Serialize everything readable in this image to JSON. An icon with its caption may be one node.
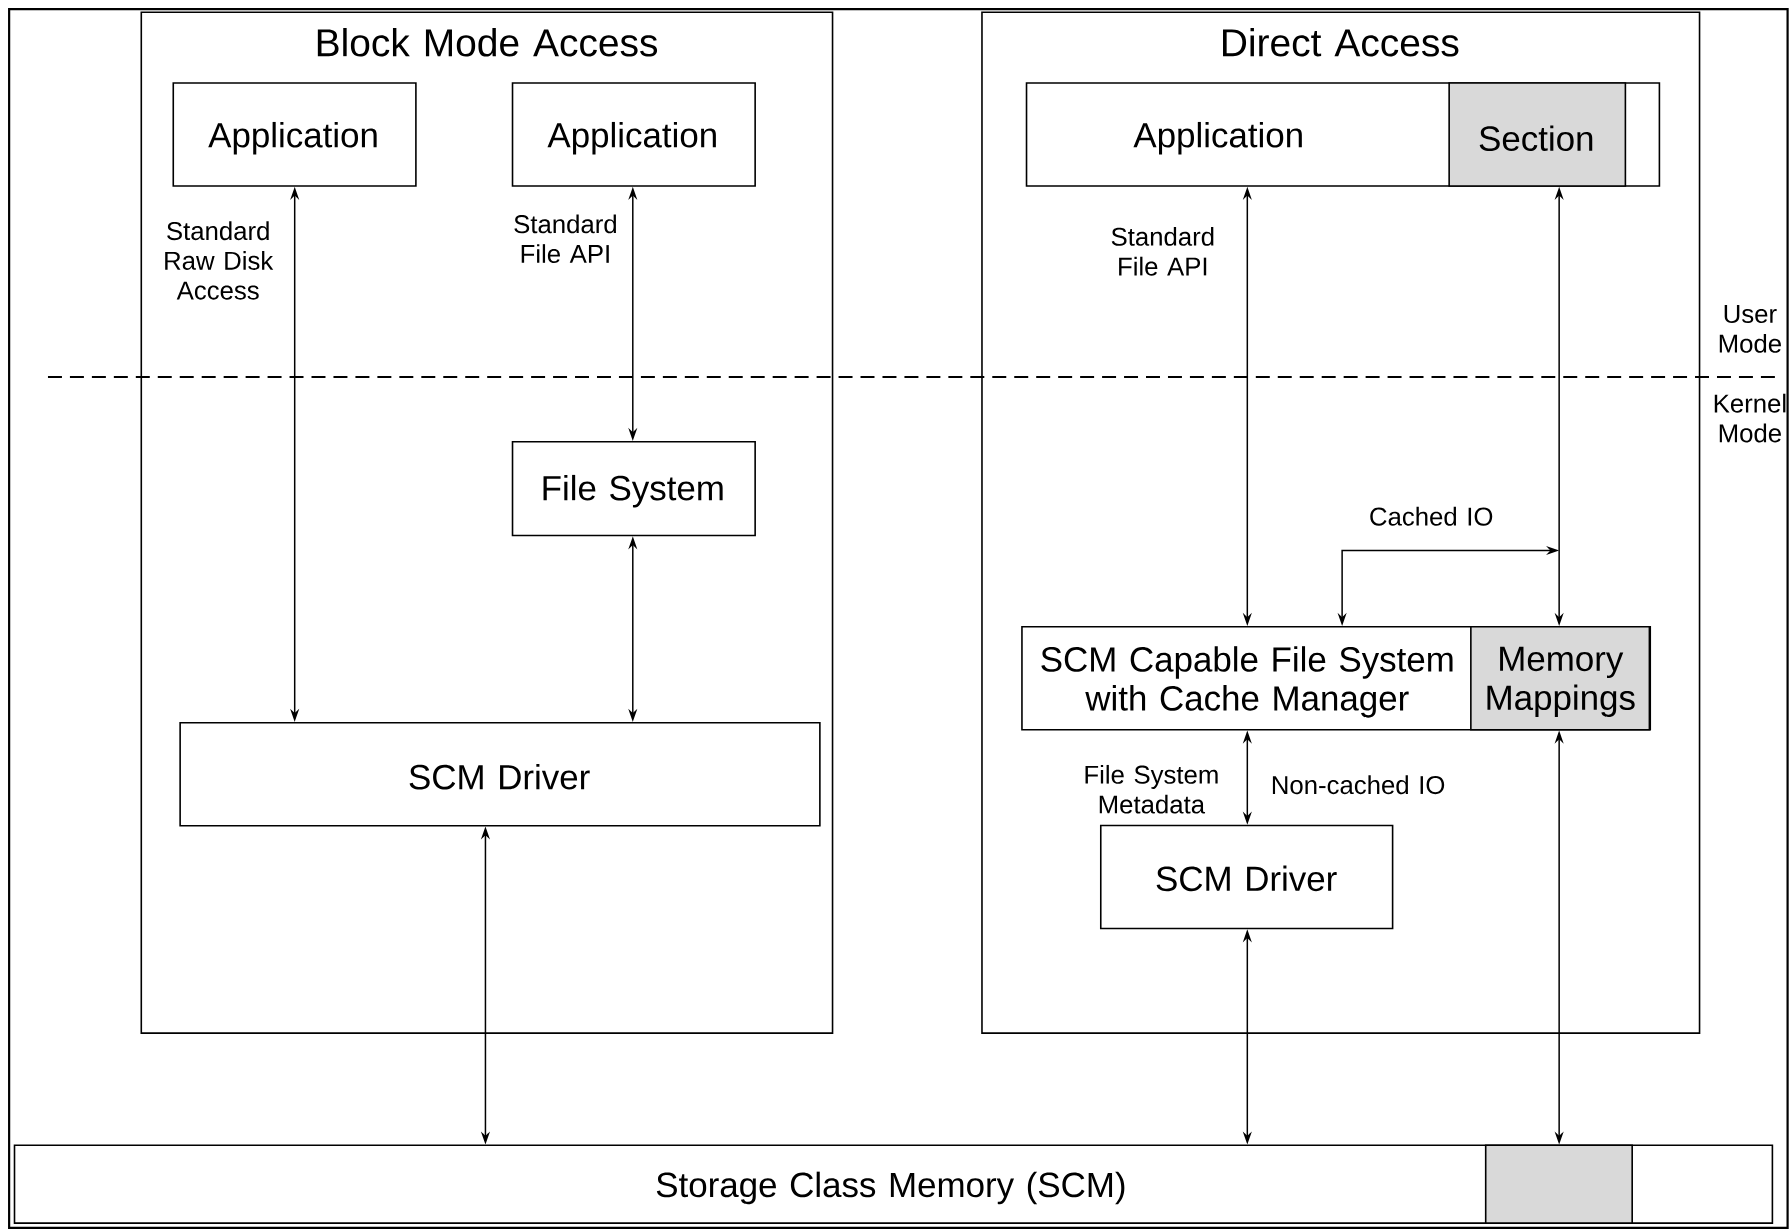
{
  "diagram": {
    "nodes": [
      {
        "text": [
          "Block Mode Access"
        ]
      },
      {
        "text": [
          "Direct Access"
        ]
      },
      {
        "text": [
          "Application"
        ],
        "in": 0
      },
      {
        "text": [
          "Application"
        ],
        "in": 0
      },
      {
        "text": [
          "File System"
        ],
        "in": 0
      },
      {
        "text": [
          "SCM Driver"
        ],
        "in": 0
      },
      {
        "text": [
          "Application"
        ],
        "in": 1
      },
      {
        "text": [
          "Section"
        ],
        "in": 6
      },
      {
        "text": [
          "SCM Capable File System with Cache Manager"
        ],
        "in": 1
      },
      {
        "text": [
          "Memory Mappings"
        ],
        "in": 8
      },
      {
        "text": [
          "SCM Driver"
        ],
        "in": 1
      },
      {
        "text": [
          "Storage Class Memory (SCM)"
        ]
      },
      {
        "text": [],
        "shape": "box",
        "in": 11
      }
    ],
    "edges": [
      {
        "from": 2,
        "to": 5,
        "arrow": "both",
        "label": "Standard Raw Disk Access"
      },
      {
        "from": 3,
        "to": 4,
        "arrow": "both",
        "label": "Standard File API"
      },
      {
        "from": 4,
        "to": 5,
        "arrow": "both"
      },
      {
        "from": 5,
        "to": 11,
        "arrow": "both"
      },
      {
        "from": 6,
        "to": 8,
        "arrow": "both",
        "label": "Standard File API"
      },
      {
        "from": 7,
        "to": 9,
        "arrow": "both"
      },
      {
        "from": 8,
        "to": 10,
        "arrow": "both",
        "label": "File System Metadata"
      },
      {
        "from": 10,
        "to": 11,
        "arrow": "both"
      },
      {
        "from": 9,
        "to": 12,
        "arrow": "both"
      },
      {
        "from": null,
        "to": 8,
        "arrow": "both",
        "label": "Cached IO"
      }
    ],
    "labels": [
      "User Mode",
      "Kernel Mode",
      "Non-cached IO"
    ]
  }
}
